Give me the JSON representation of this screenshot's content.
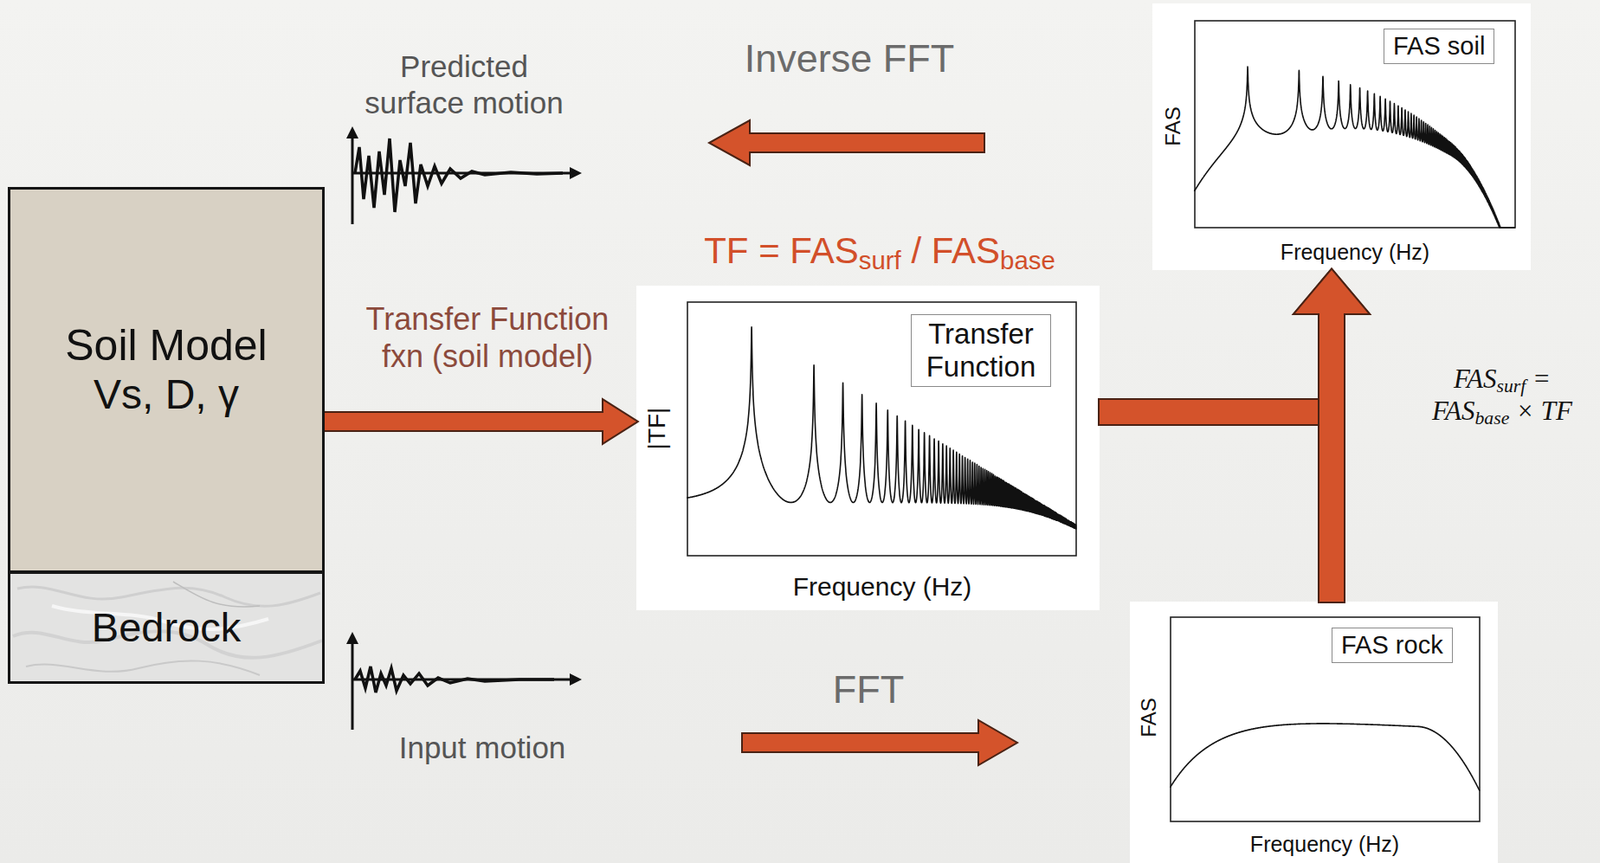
{
  "diagram": {
    "nodes": [
      {
        "text": [
          "FAS",
          "Frequency (Hz)"
        ]
      },
      {
        "text": [
          "FAS soil"
        ],
        "in": 0
      },
      {
        "text": [
          "Soil Model",
          "Vs, D, γ"
        ]
      },
      {
        "text": [
          "|TF|",
          "Frequency (Hz)"
        ]
      },
      {
        "text": [
          "Transfer Function"
        ],
        "in": 3
      },
      {
        "text": [
          "Bedrock"
        ]
      },
      {
        "text": [
          "FAS",
          "Frequency (Hz)"
        ]
      },
      {
        "text": [
          "FAS rock"
        ],
        "in": 6
      }
    ],
    "edges": [
      {
        "from": 2,
        "to": 3,
        "arrow": "to",
        "label": "Transfer Function fxn (soil model)"
      },
      {
        "from": 3,
        "to": 0,
        "arrow": "to"
      },
      {
        "from": 6,
        "to": 0,
        "arrow": "to"
      }
    ],
    "labels": [
      "Predicted surface motion",
      "Inverse FFT",
      "TF = FASsurf / FASbase",
      "FASsurf = FASbase × TF",
      "FFT",
      "Input motion"
    ]
  }
}
